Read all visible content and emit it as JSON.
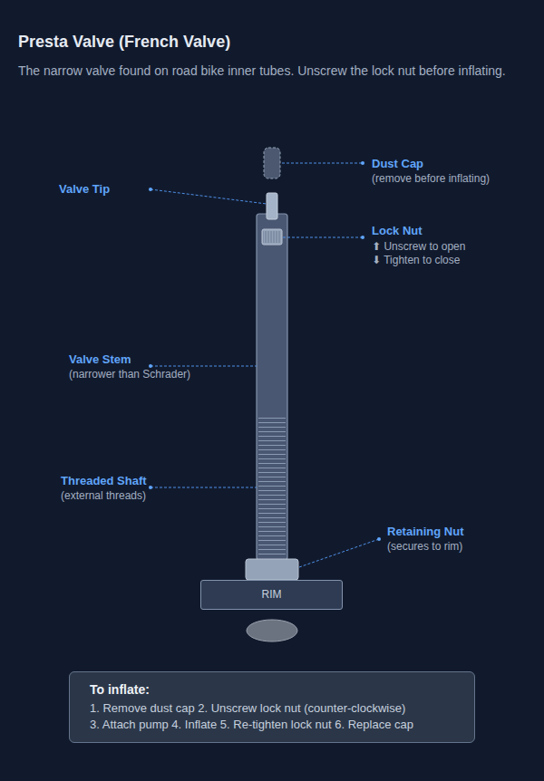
{
  "diagram": {
    "title": "Presta Valve (French Valve)",
    "caption": "The narrow valve found on road bike inner tubes. Unscrew the lock nut before inflating.",
    "nodes": [
      {
        "text": [
          "RIM"
        ]
      },
      {
        "text": [
          "To inflate:",
          "1. Remove dust cap 2. Unscrew lock nut (counter-clockwise)",
          "3. Attach pump 4. Inflate 5. Re-tighten lock nut 6. Replace cap"
        ]
      }
    ],
    "labels": [
      "Valve Tip",
      "Dust Cap",
      "(remove before inflating)",
      "Lock Nut",
      "⬆ Unscrew to open",
      "⬇ Tighten to close",
      "Valve Stem",
      "(narrower than Schrader)",
      "Threaded Shaft",
      "(external threads)",
      "Retaining Nut",
      "(secures to rim)"
    ]
  }
}
